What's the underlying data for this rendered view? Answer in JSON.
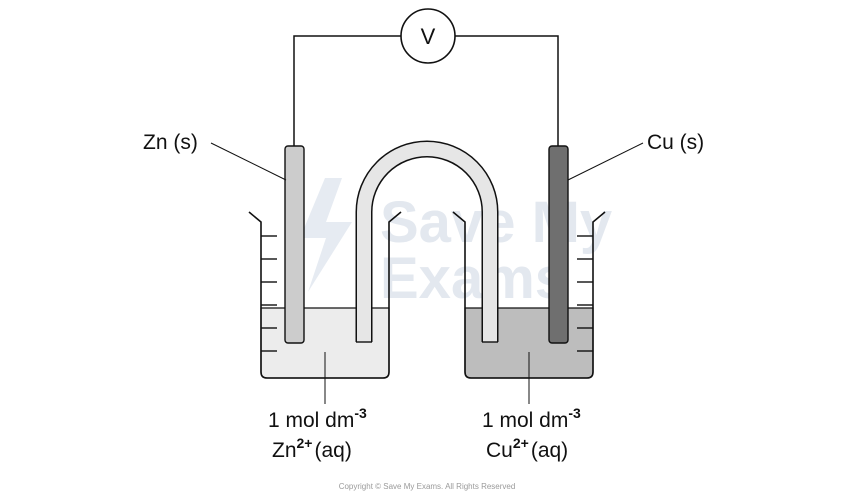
{
  "voltmeter": {
    "symbol": "V"
  },
  "electrodes": {
    "left": {
      "label": "Zn (s)",
      "color": "#cccccc"
    },
    "right": {
      "label": "Cu (s)",
      "color": "#6f6f6f"
    }
  },
  "solutions": {
    "left": {
      "concentration": "1 mol dm",
      "concentration_exp": "-3",
      "ion": "Zn",
      "ion_charge": "2+",
      "state": "(aq)",
      "color": "#ececec"
    },
    "right": {
      "concentration": "1 mol dm",
      "concentration_exp": "-3",
      "ion": "Cu",
      "ion_charge": "2+",
      "state": "(aq)",
      "color": "#bdbdbd"
    }
  },
  "salt_bridge": {
    "color": "#e6e6e6"
  },
  "watermark": {
    "line1": "Save My",
    "line2": "Exams"
  },
  "copyright": "Copyright © Save My Exams. All Rights Reserved"
}
